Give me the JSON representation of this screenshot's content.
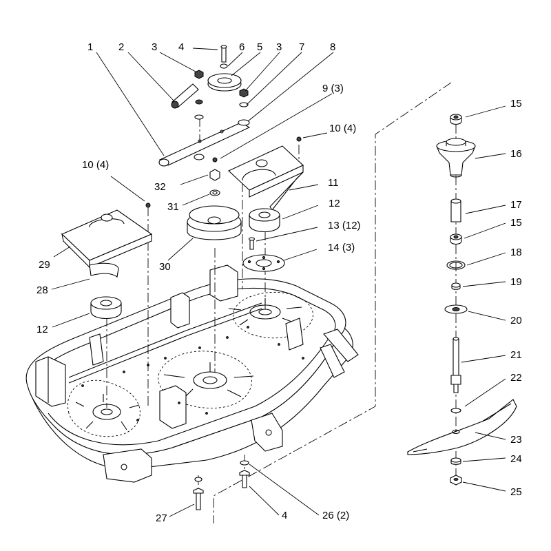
{
  "callouts": [
    {
      "id": "c1",
      "text": "1"
    },
    {
      "id": "c2",
      "text": "2"
    },
    {
      "id": "c3a",
      "text": "3"
    },
    {
      "id": "c4a",
      "text": "4"
    },
    {
      "id": "c6",
      "text": "6"
    },
    {
      "id": "c5",
      "text": "5"
    },
    {
      "id": "c3b",
      "text": "3"
    },
    {
      "id": "c7",
      "text": "7"
    },
    {
      "id": "c8",
      "text": "8"
    },
    {
      "id": "c9",
      "text": "9 (3)"
    },
    {
      "id": "c10a",
      "text": "10 (4)"
    },
    {
      "id": "c10b",
      "text": "10 (4)"
    },
    {
      "id": "c11",
      "text": "11"
    },
    {
      "id": "c12a",
      "text": "12"
    },
    {
      "id": "c13",
      "text": "13 (12)"
    },
    {
      "id": "c14",
      "text": "14  (3)"
    },
    {
      "id": "c29",
      "text": "29"
    },
    {
      "id": "c30",
      "text": "30"
    },
    {
      "id": "c31",
      "text": "31"
    },
    {
      "id": "c32",
      "text": "32"
    },
    {
      "id": "c28",
      "text": "28"
    },
    {
      "id": "c12b",
      "text": "12"
    },
    {
      "id": "c15a",
      "text": "15"
    },
    {
      "id": "c16",
      "text": "16"
    },
    {
      "id": "c17",
      "text": "17"
    },
    {
      "id": "c15b",
      "text": "15"
    },
    {
      "id": "c18",
      "text": "18"
    },
    {
      "id": "c19",
      "text": "19"
    },
    {
      "id": "c20",
      "text": "20"
    },
    {
      "id": "c21",
      "text": "21"
    },
    {
      "id": "c22",
      "text": "22"
    },
    {
      "id": "c23",
      "text": "23"
    },
    {
      "id": "c24",
      "text": "24"
    },
    {
      "id": "c25",
      "text": "25"
    },
    {
      "id": "c27",
      "text": "27"
    },
    {
      "id": "c4b",
      "text": "4"
    },
    {
      "id": "c26",
      "text": "26 (2)"
    }
  ]
}
